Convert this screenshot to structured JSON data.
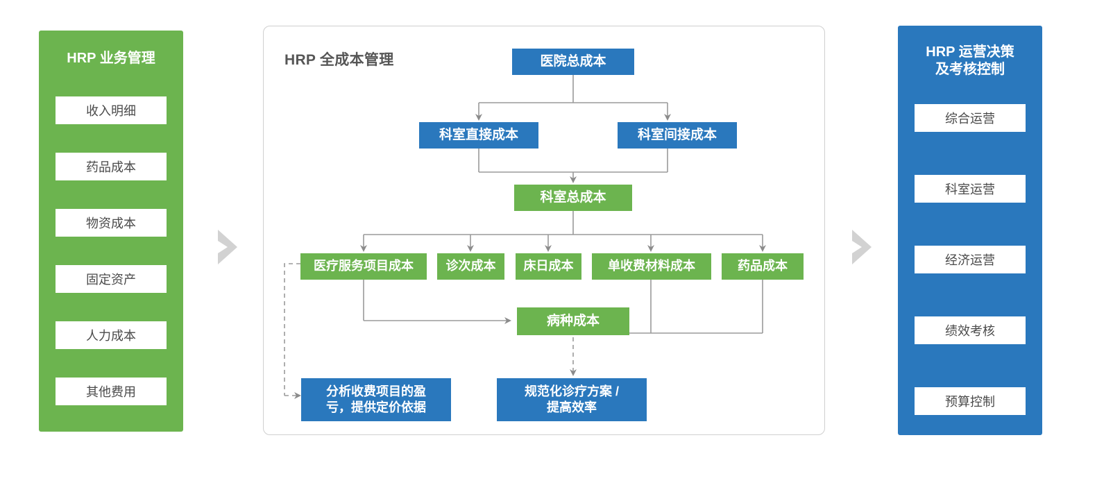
{
  "left_panel": {
    "title": "HRP 业务管理",
    "color": "#6cb44f",
    "items": [
      {
        "label": "收入明细"
      },
      {
        "label": "药品成本"
      },
      {
        "label": "物资成本"
      },
      {
        "label": "固定资产"
      },
      {
        "label": "人力成本"
      },
      {
        "label": "其他费用"
      }
    ]
  },
  "right_panel": {
    "title": "HRP 运营决策\n及考核控制",
    "color": "#2a78bd",
    "items": [
      {
        "label": "综合运营"
      },
      {
        "label": "科室运营"
      },
      {
        "label": "经济运营"
      },
      {
        "label": "绩效考核"
      },
      {
        "label": "预算控制"
      }
    ]
  },
  "center_panel": {
    "title": "HRP 全成本管理",
    "nodes": {
      "hospital_total": "医院总成本",
      "dept_direct": "科室直接成本",
      "dept_indirect": "科室间接成本",
      "dept_total": "科室总成本",
      "service_item": "医疗服务项目成本",
      "visit": "诊次成本",
      "bed_day": "床日成本",
      "material": "单收费材料成本",
      "drug": "药品成本",
      "disease": "病种成本",
      "outcome_pricing": "分析收费项目的盈\n亏，提供定价依据",
      "outcome_pathway": "规范化诊疗方案 /\n提高效率"
    }
  },
  "connectors": {
    "chevron_left": "chevron-right-icon",
    "chevron_right": "chevron-right-icon"
  },
  "colors": {
    "green": "#6cb44f",
    "blue": "#2a78bd",
    "wire": "#9a9a9a",
    "chevron": "#d2d2d2",
    "panel_border": "#cfcfcf",
    "chip_text": "#4a4a4a",
    "title_text": "#565656"
  }
}
